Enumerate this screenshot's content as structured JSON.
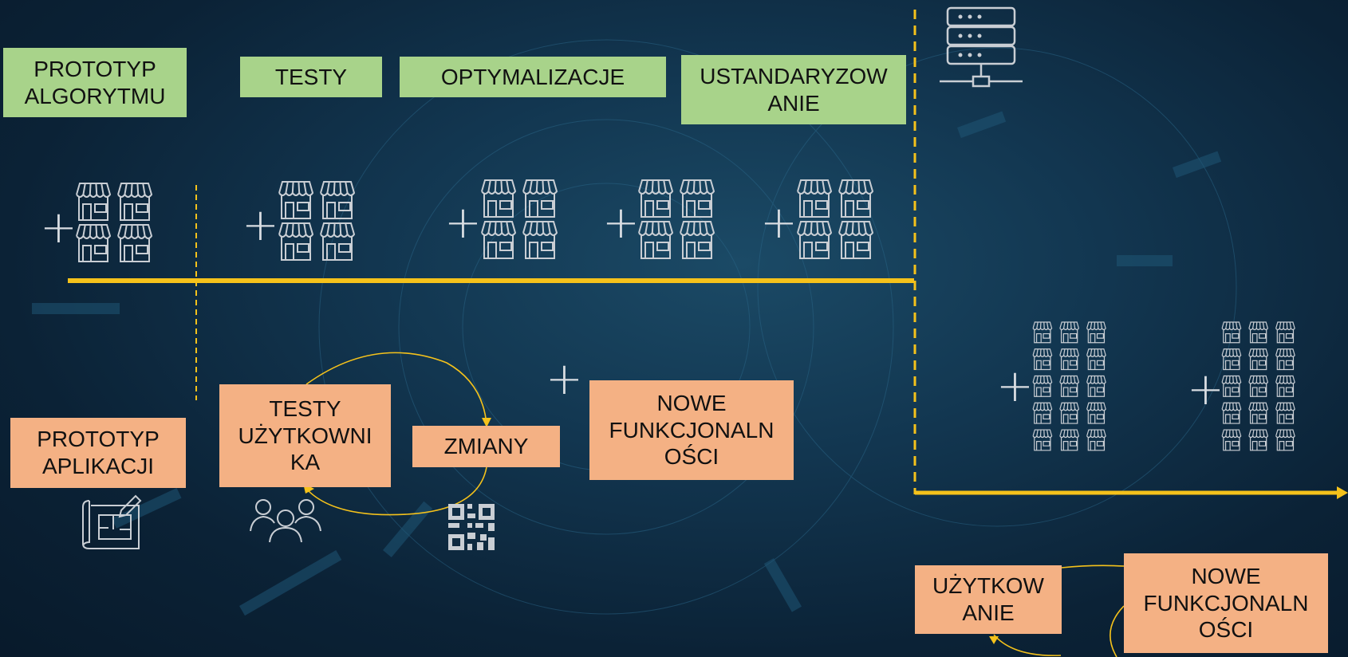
{
  "colors": {
    "accent_line": "#f5c21b",
    "green_box": "#a8d38a",
    "orange_box": "#f4b184",
    "icon_stroke": "#c9ced4"
  },
  "top_track": {
    "boxes": [
      {
        "label": "PROTOTYP\nALGORYTMU"
      },
      {
        "label": "TESTY"
      },
      {
        "label": "OPTYMALIZACJE"
      },
      {
        "label": "USTANDARYZOW\nANIE"
      }
    ],
    "plus_signs": [
      "+",
      "+",
      "+",
      "+",
      "+"
    ],
    "store_icon": "store-grid-icon"
  },
  "bottom_track": {
    "boxes": [
      {
        "label": "PROTOTYP\nAPLIKACJI"
      },
      {
        "label": "TESTY\nUŻYTKOWNI\nKA"
      },
      {
        "label": "ZMIANY"
      },
      {
        "label": "NOWE\nFUNKCJONALN\nOŚCI"
      }
    ],
    "plus": "+",
    "icons": [
      "blueprint-icon",
      "users-icon",
      "qr-code-icon"
    ]
  },
  "right_panel": {
    "server_icon": "server-icon",
    "plus_signs": [
      "+",
      "+"
    ],
    "boxes": [
      {
        "label": "UŻYTKOW\nANIE"
      },
      {
        "label": "NOWE\nFUNKCJONALN\nOŚCI"
      }
    ]
  }
}
